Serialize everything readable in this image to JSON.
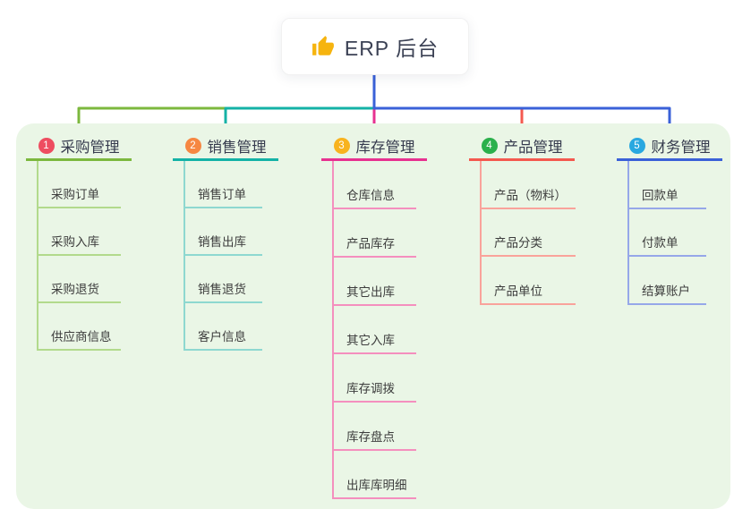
{
  "root": {
    "icon": "thumbs-up",
    "title": "ERP 后台"
  },
  "branches": [
    {
      "num": "1",
      "title": "采购管理",
      "badge_color": "#ee4d60",
      "line_color": "#7cb83e",
      "light_color": "#b2da8c",
      "children": [
        "采购订单",
        "采购入库",
        "采购退货",
        "供应商信息"
      ]
    },
    {
      "num": "2",
      "title": "销售管理",
      "badge_color": "#f68742",
      "line_color": "#14b2a6",
      "light_color": "#8ed8d0",
      "children": [
        "销售订单",
        "销售出库",
        "销售退货",
        "客户信息"
      ]
    },
    {
      "num": "3",
      "title": "库存管理",
      "badge_color": "#f8b31f",
      "line_color": "#e73190",
      "light_color": "#f48fbe",
      "children": [
        "仓库信息",
        "产品库存",
        "其它出库",
        "其它入库",
        "库存调拨",
        "库存盘点",
        "出库库明细"
      ]
    },
    {
      "num": "4",
      "title": "产品管理",
      "badge_color": "#2bb04c",
      "line_color": "#f4594f",
      "light_color": "#f9a39b",
      "children": [
        "产品（物料）",
        "产品分类",
        "产品单位"
      ]
    },
    {
      "num": "5",
      "title": "财务管理",
      "badge_color": "#29a8e0",
      "line_color": "#3a61d8",
      "light_color": "#96a7e9",
      "children": [
        "回款单",
        "付款单",
        "结算账户"
      ]
    }
  ],
  "colors": {
    "page_bg": "#ffffff",
    "panel_bg": "#eaf6e6",
    "header_text": "#363b4e",
    "child_text": "#3d3d3d",
    "thumb_yellow": "#f6b40f"
  }
}
